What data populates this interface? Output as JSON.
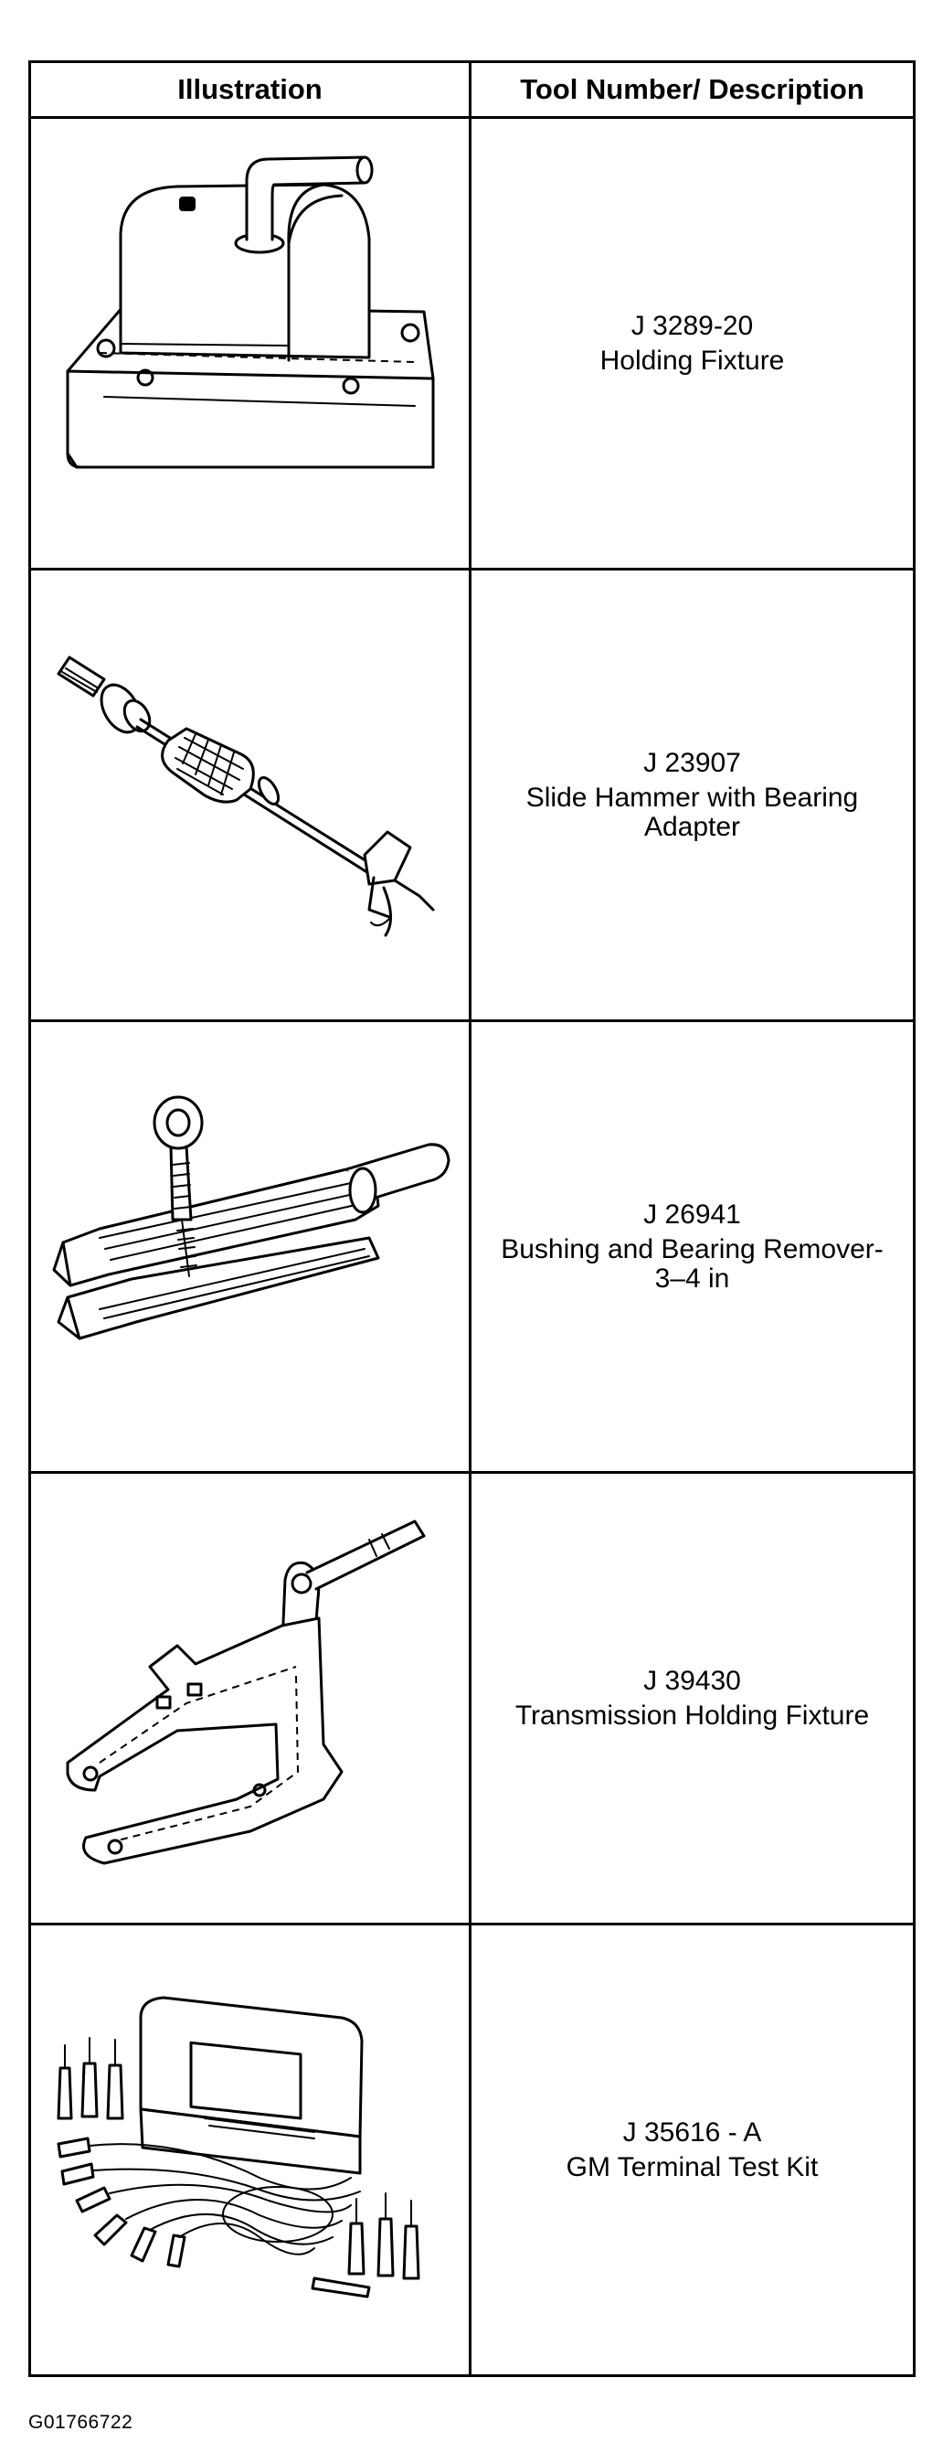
{
  "table": {
    "header": {
      "illustration": "Illustration",
      "description": "Tool Number/ Description"
    },
    "rows": [
      {
        "number": "J 3289-20",
        "description": "Holding Fixture",
        "icon": "holding-fixture-illustration"
      },
      {
        "number": "J 23907",
        "description": "Slide Hammer with Bearing Adapter",
        "icon": "slide-hammer-illustration"
      },
      {
        "number": "J 26941",
        "description": "Bushing and Bearing Remover-3–4 in",
        "icon": "bushing-remover-illustration"
      },
      {
        "number": "J 39430",
        "description": "Transmission Holding Fixture",
        "icon": "transmission-fixture-illustration"
      },
      {
        "number": "J 35616 - A",
        "description": "GM Terminal Test Kit",
        "icon": "terminal-test-kit-illustration"
      }
    ]
  },
  "figure_code": "G01766722"
}
